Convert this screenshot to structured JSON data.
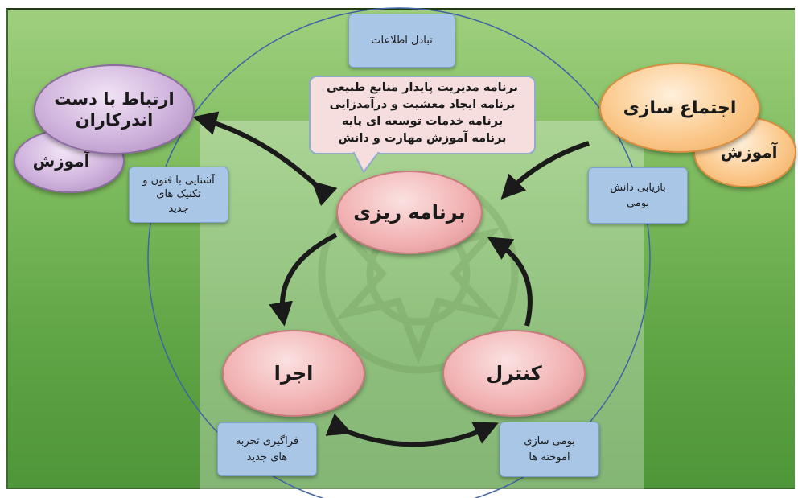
{
  "exchange_box": "تبادل اطلاعات",
  "left_top_node": [
    "ارتباط با دست",
    "اندرکاران"
  ],
  "left_small_node": "آموزش",
  "right_top_node": "اجتماع سازی",
  "right_small_node": "آموزش",
  "callout_lines": [
    "برنامه مدیریت پایدار منابع طبیعی",
    "برنامه ایجاد معشیت  و درآمدزایی",
    "برنامه خدمات توسعه ای پایه",
    "برنامه  آموزش مهارت و دانش"
  ],
  "planning_node": "برنامه ریزی",
  "execution_node": "اجرا",
  "control_node": "کنترل",
  "left_box": [
    "آشنایی با فنون و",
    "تکنیک های",
    "جدید"
  ],
  "right_box": [
    "بازیابی دانش",
    "بومی"
  ],
  "bottom_left_box": [
    "فراگیری تجربه",
    "های جدید"
  ],
  "bottom_right_box": [
    "بومی سازی",
    "آموخته ها"
  ],
  "colors": {
    "background_green": "#7dbb5e",
    "cycle_pink": "#f2b3b4",
    "purple": "#cfb2dc",
    "orange": "#fbc98c",
    "info_box_blue": "#a9c6e6",
    "arrow": "#1a1a1a"
  }
}
